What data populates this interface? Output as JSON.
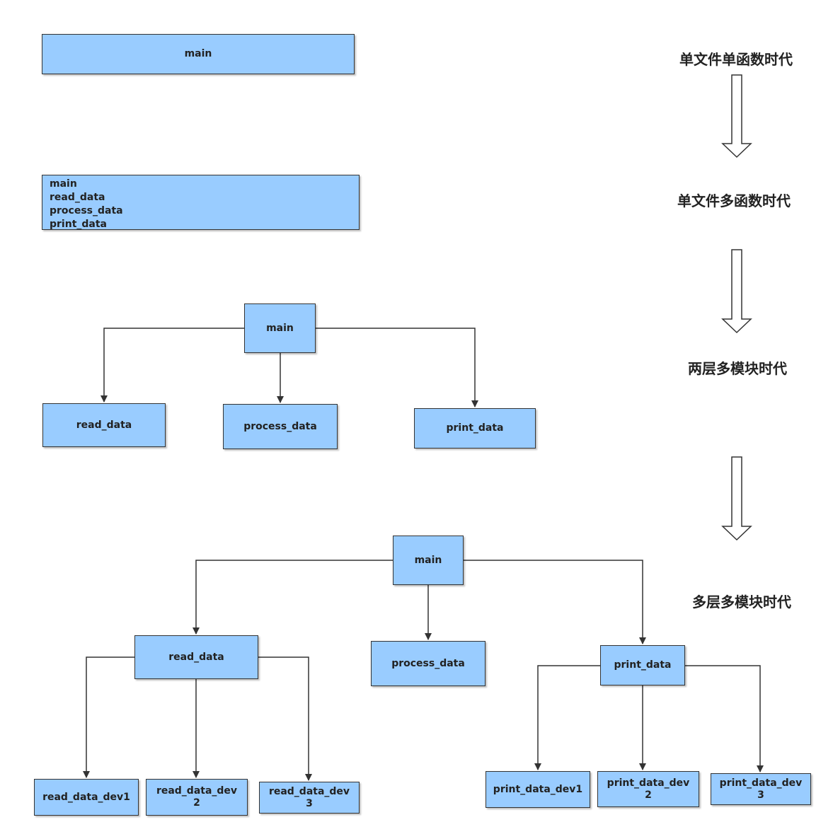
{
  "eras": [
    "单文件单函数时代",
    "单文件多函数时代",
    "两层多模块时代",
    "多层多模块时代"
  ],
  "stage1": {
    "main": "main"
  },
  "stage2": {
    "functions": [
      "main",
      "read_data",
      "process_data",
      "print_data"
    ]
  },
  "stage3": {
    "main": "main",
    "read": "read_data",
    "process": "process_data",
    "print": "print_data"
  },
  "stage4": {
    "main": "main",
    "read": "read_data",
    "process": "process_data",
    "print": "print_data",
    "read_devs": [
      "read_data_dev1",
      "read_data_dev 2",
      "read_data_dev 3"
    ],
    "print_devs": [
      "print_data_dev1",
      "print_data_dev 2",
      "print_data_dev 3"
    ]
  },
  "colors": {
    "box_fill": "#99ccff",
    "stroke": "#333333"
  }
}
